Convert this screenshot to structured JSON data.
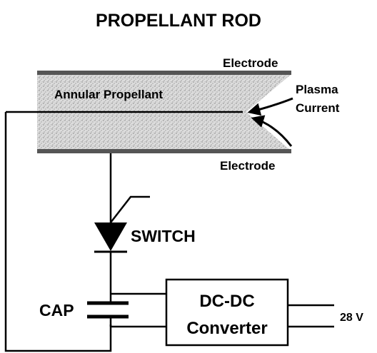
{
  "title": "PROPELLANT ROD",
  "labels": {
    "electrode_top": "Electrode",
    "electrode_bottom": "Electrode",
    "annular_propellant": "Annular Propellant",
    "plasma_line1": "Plasma",
    "plasma_line2": "Current",
    "switch": "SWITCH",
    "cap": "CAP",
    "converter_line1": "DC-DC",
    "converter_line2": "Converter",
    "voltage": "28 V"
  },
  "colors": {
    "ink": "#000000",
    "propellant_fill": "#d9d9d9",
    "background": "#ffffff"
  }
}
